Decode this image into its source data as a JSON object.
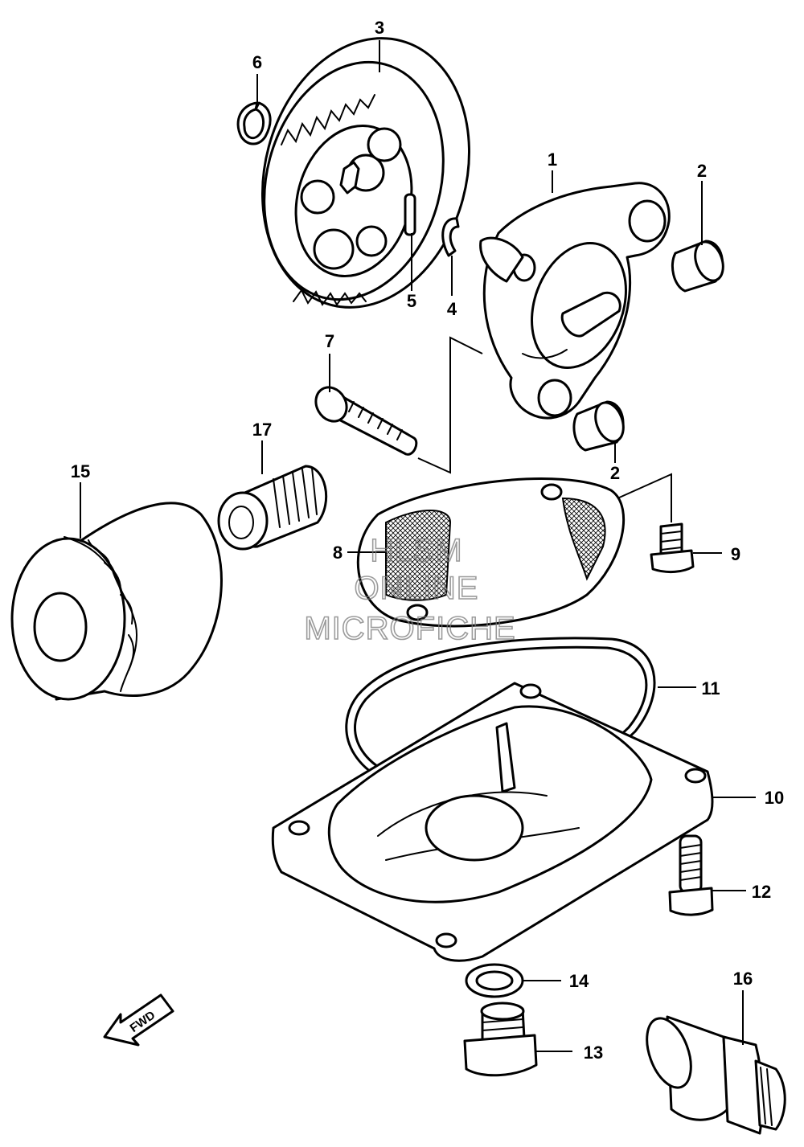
{
  "callouts": {
    "c1": "1",
    "c2a": "2",
    "c2b": "2",
    "c3": "3",
    "c4": "4",
    "c5": "5",
    "c6": "6",
    "c7": "7",
    "c8": "8",
    "c9": "9",
    "c10": "10",
    "c11": "11",
    "c12": "12",
    "c13": "13",
    "c14": "14",
    "c15": "15",
    "c16": "16",
    "c17": "17"
  },
  "watermark": {
    "line1": "HLSM",
    "line2": "ONLINE",
    "line3": "MICROFICHE"
  },
  "direction_arrow": {
    "label": "FWD",
    "icon": "fwd-arrow-icon"
  }
}
